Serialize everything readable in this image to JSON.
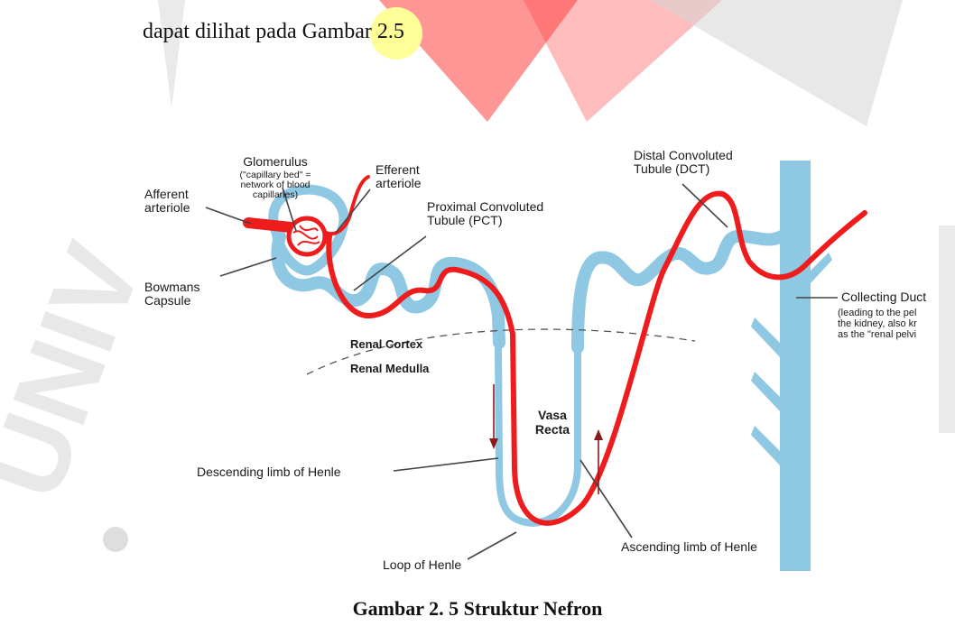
{
  "intro_text": "dapat dilihat pada Gambar ",
  "intro_ref": "2.5",
  "watermark": {
    "text": "UNIVERSITAS",
    "color": "#cfcfcf",
    "accent": "#ff5555"
  },
  "colors": {
    "vessel": "#ee1c1c",
    "tubule": "#8fc8e3",
    "leader": "#444444",
    "arrow": "#8b1a1a"
  },
  "labels": {
    "glomerulus": "Glomerulus",
    "glomerulus_note_1": "(\"capillary bed\" =",
    "glomerulus_note_2": "network of blood",
    "glomerulus_note_3": "capillaries)",
    "efferent_1": "Efferent",
    "efferent_2": "arteriole",
    "afferent_1": "Afferent",
    "afferent_2": "arteriole",
    "pct_1": "Proximal Convoluted",
    "pct_2": "Tubule (PCT)",
    "dct_1": "Distal Convoluted",
    "dct_2": "Tubule (DCT)",
    "bowmans_1": "Bowmans",
    "bowmans_2": "Capsule",
    "collecting_duct": "Collecting Duct",
    "collecting_note_1": "(leading to the pel",
    "collecting_note_2": "the kidney, also kr",
    "collecting_note_3": "as the \"renal pelvi",
    "renal_cortex": "Renal Cortex",
    "renal_medulla": "Renal Medulla",
    "vasa_recta_1": "Vasa",
    "vasa_recta_2": "Recta",
    "descending_limb": "Descending limb of Henle",
    "loop_of_henle": "Loop of Henle",
    "ascending_limb": "Ascending limb of Henle"
  },
  "caption": "Gambar 2. 5 Struktur Nefron"
}
